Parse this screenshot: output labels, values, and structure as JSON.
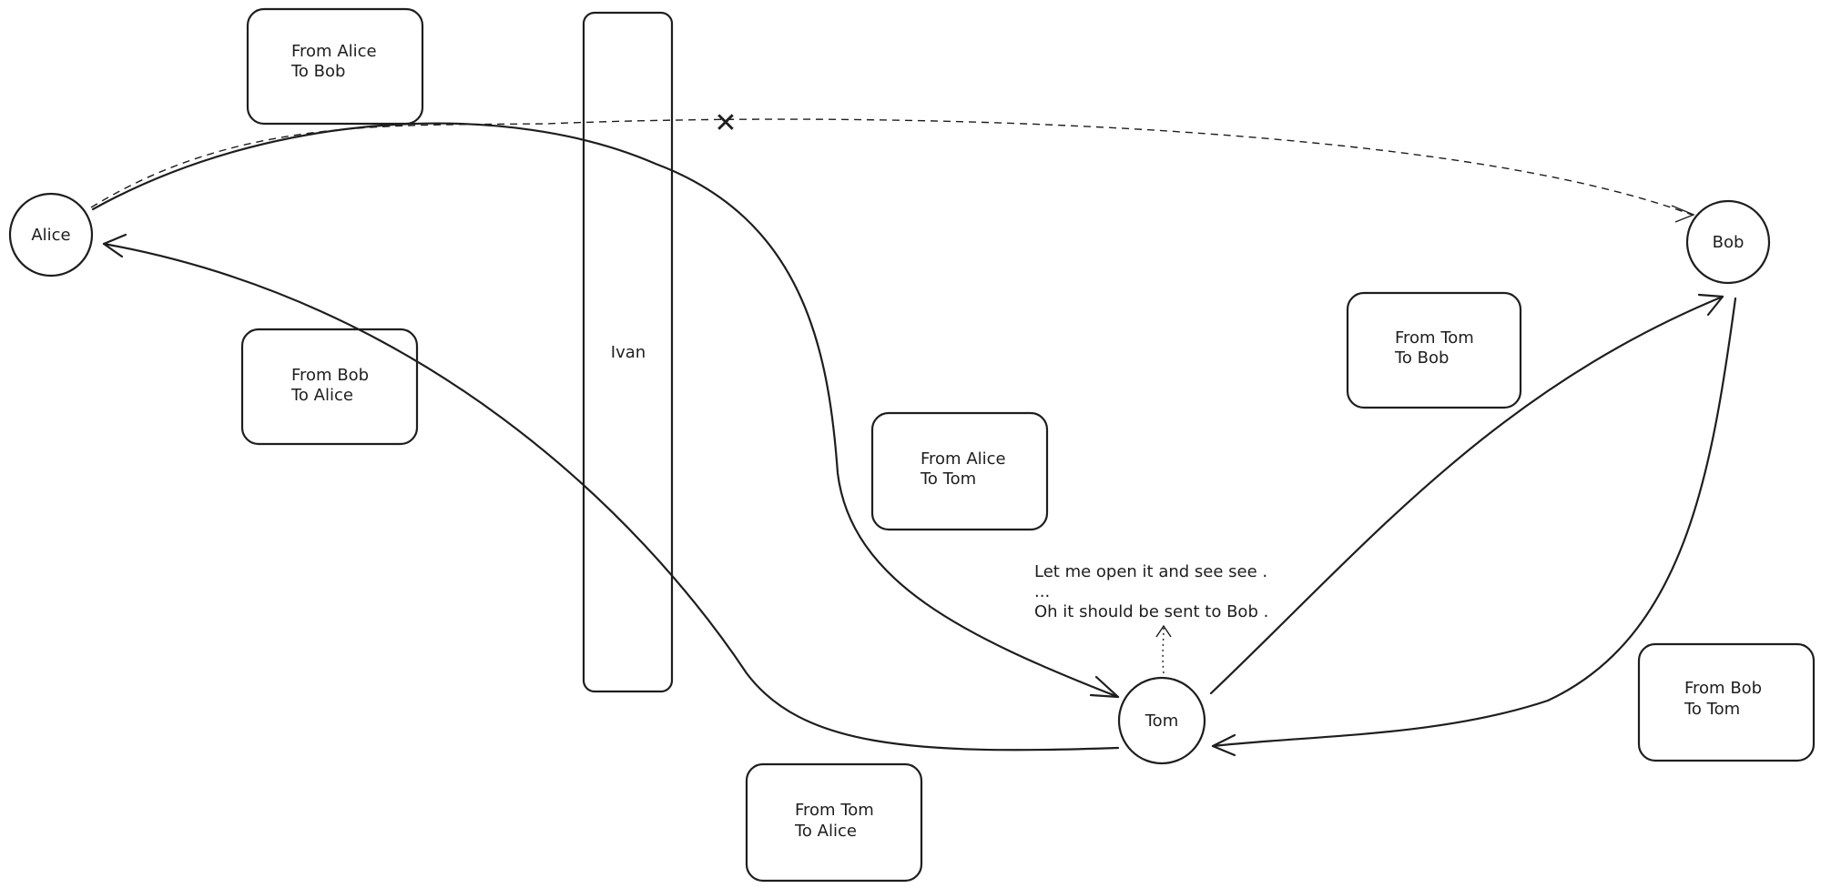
{
  "nodes": {
    "alice": {
      "label": "Alice",
      "color": "#f5c857"
    },
    "bob": {
      "label": "Bob",
      "color": "#5ac6dc"
    },
    "tom": {
      "label": "Tom",
      "color": "#f2949c"
    },
    "ivan": {
      "label": "Ivan",
      "color": "#f0882e"
    }
  },
  "envelopes": [
    {
      "line1": "From Alice",
      "line2": "To    Bob",
      "color": "#9fdb6a"
    },
    {
      "line1": "From Bob",
      "line2": "To    Alice",
      "color": "#f5c857"
    },
    {
      "line1": "From Alice",
      "line2": "To    Tom",
      "color": "#9fdb6a"
    },
    {
      "line1": "From Tom",
      "line2": "To    Bob",
      "color": "#9fdb6a"
    },
    {
      "line1": "From Bob",
      "line2": "To    Tom",
      "color": "#f5c857"
    },
    {
      "line1": "From Tom",
      "line2": "To    Alice",
      "color": "#f5c857"
    }
  ],
  "tom_thought": {
    "line1": "Let me open it and see see .",
    "line2": "...",
    "line3": "Oh it should be sent to Bob ."
  },
  "blocked_marker": "✕"
}
